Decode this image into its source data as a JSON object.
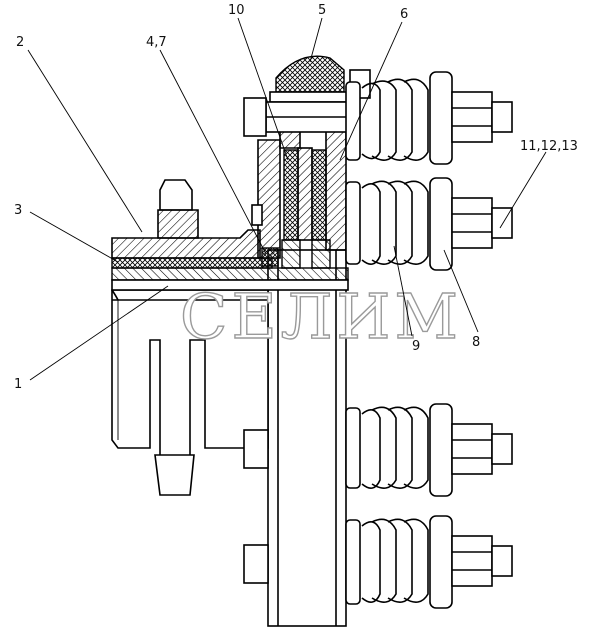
{
  "callouts": [
    {
      "id": "callout-1",
      "text": "1"
    },
    {
      "id": "callout-2",
      "text": "2"
    },
    {
      "id": "callout-3",
      "text": "3"
    },
    {
      "id": "callout-4-7",
      "text": "4,7"
    },
    {
      "id": "callout-5",
      "text": "5"
    },
    {
      "id": "callout-6",
      "text": "6"
    },
    {
      "id": "callout-8",
      "text": "8"
    },
    {
      "id": "callout-9",
      "text": "9"
    },
    {
      "id": "callout-10",
      "text": "10"
    },
    {
      "id": "callout-11-12-13",
      "text": "11,12,13"
    }
  ],
  "watermark": "СЕЛИМ"
}
